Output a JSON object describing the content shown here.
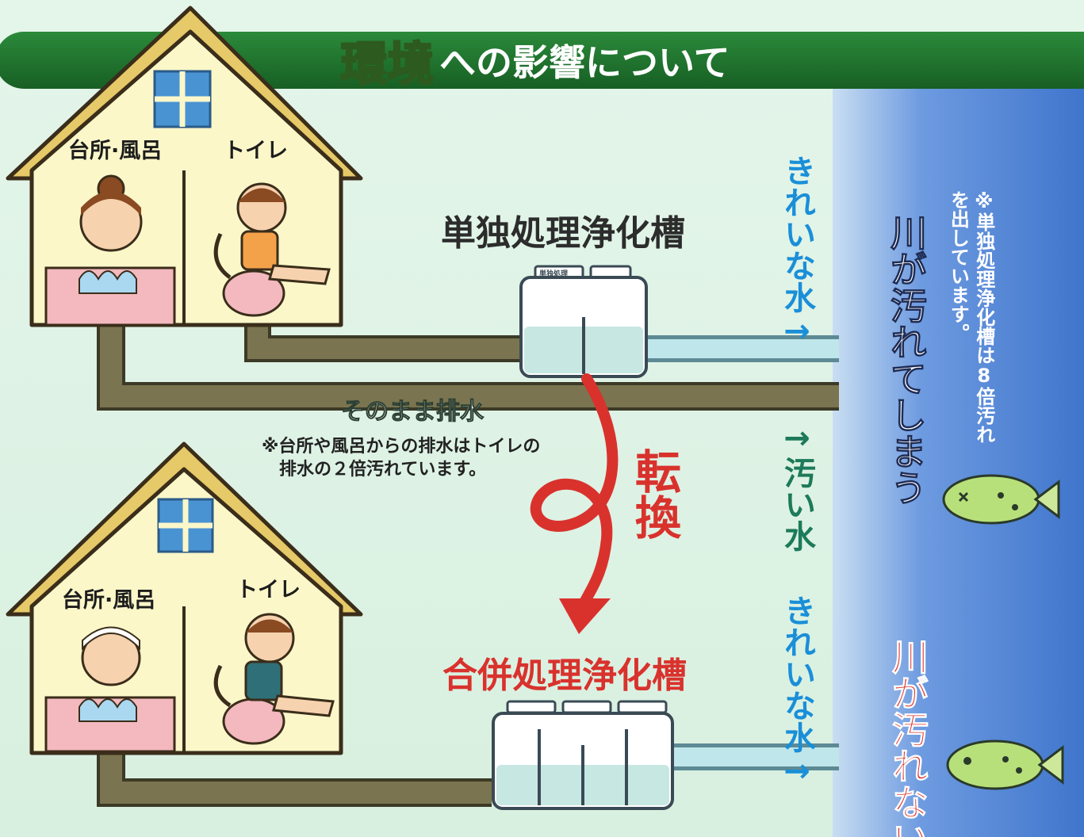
{
  "title": {
    "highlight": "環境",
    "rest": "への影響について"
  },
  "colors": {
    "banner": "#1f6f2c",
    "river": "#4a7fd0",
    "clean_water": "#1a8fd8",
    "dirty_water": "#1d7a5a",
    "arrow": "#d9322d",
    "pipe": "#6f6b45",
    "house_wall": "#fbf7c9"
  },
  "top_house": {
    "left_room": "台所·風呂",
    "right_room": "トイレ"
  },
  "bottom_house": {
    "left_room": "台所·風呂",
    "right_room": "トイレ"
  },
  "single_tank_label": "単独処理浄化槽",
  "combined_tank_label": "合併処理浄化槽",
  "discharge_label": "そのまま排水",
  "note_lines": [
    "※台所や風呂からの排水はトイレの",
    "排水の２倍汚れています。"
  ],
  "switch_label": "転換",
  "top_clean_water": "きれいな水→",
  "dirty_water": "→汚い水",
  "bottom_clean_water": "きれいな水→",
  "river_polluted": "川が汚れてしまう",
  "river_note": "※単独処理浄化槽は8倍汚れを出しています。",
  "river_clean": "川が汚れない",
  "tank_plate": "単独処理"
}
